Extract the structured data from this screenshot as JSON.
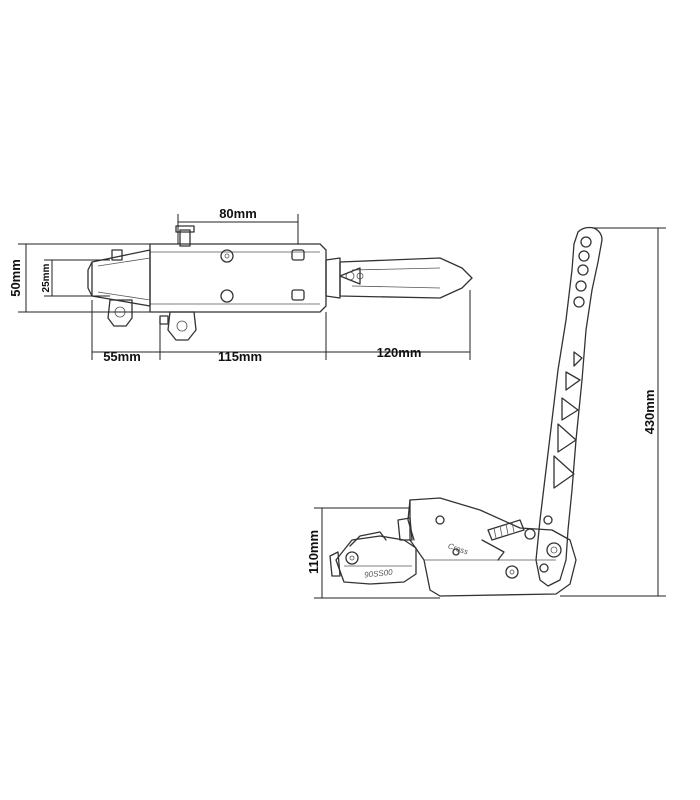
{
  "dimensions": {
    "top_width_80": "80mm",
    "overall_height_50": "50mm",
    "inner_height_25": "25mm",
    "left_segment_55": "55mm",
    "mid_segment_115": "115mm",
    "right_segment_120": "120mm",
    "lever_height_430": "430mm",
    "base_height_110": "110mm"
  },
  "engravings": {
    "side_logo": "Cross",
    "cylinder_text": "90SS00"
  },
  "colors": {
    "line": "#222222",
    "background": "#ffffff"
  }
}
